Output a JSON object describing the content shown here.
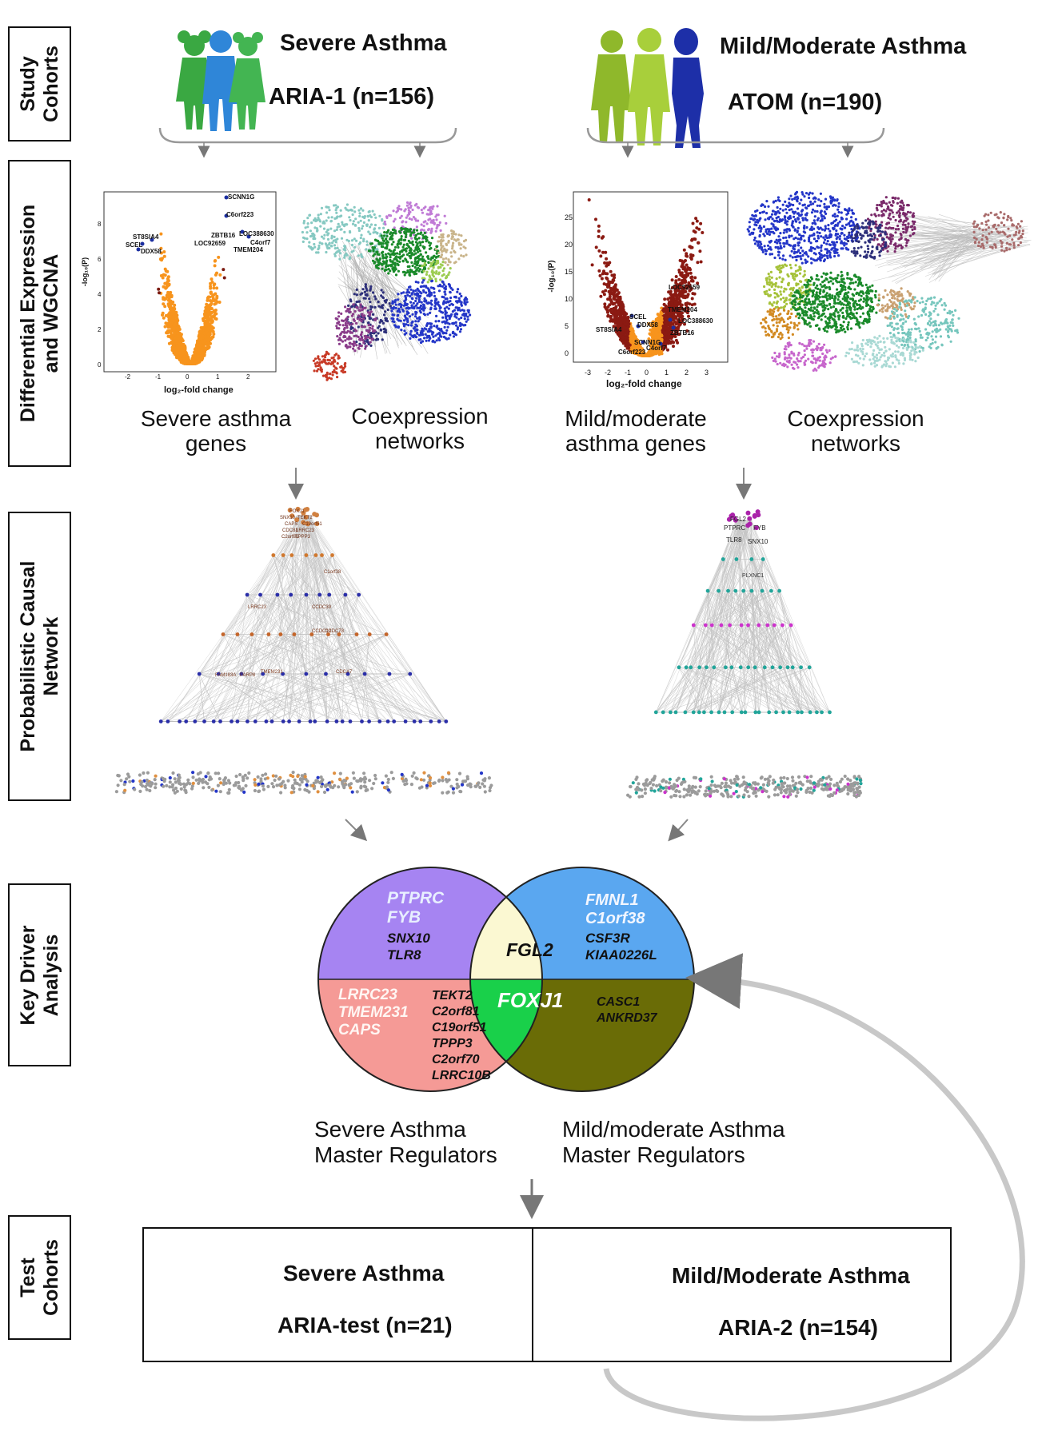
{
  "sections": {
    "study_cohorts": "Study\nCohorts",
    "diff_expression": "Differential Expression\nand WGCNA",
    "causal_network": "Probabilistic Causal\nNetwork",
    "key_driver": "Key Driver\nAnalysis",
    "test_cohorts": "Test\nCohorts"
  },
  "study": {
    "severe_title": "Severe Asthma",
    "severe_cohort": "ARIA-1 (n=156)",
    "mild_title": "Mild/Moderate Asthma",
    "mild_cohort": "ATOM (n=190)"
  },
  "diff_expr": {
    "severe_caption_1": "Severe asthma",
    "severe_caption_2": "genes",
    "coexp_caption_1": "Coexpression",
    "coexp_caption_2": "networks",
    "mild_caption_1": "Mild/moderate",
    "mild_caption_2": "asthma genes",
    "coexp2_caption_1": "Coexpression",
    "coexp2_caption_2": "networks",
    "volcano_xlabel": "log₂-fold change",
    "volcano_ylabel": "-log₁₀(P)",
    "severe_volcano_genes": [
      "SCNN1G",
      "C6orf223",
      "ST8SIA4",
      "SCEL",
      "DDX58",
      "ZBTB16",
      "LOC92659",
      "LOC388630",
      "C4orf7",
      "TMEM204"
    ],
    "severe_volcano_xticks": [
      "-2",
      "-1",
      "0",
      "1",
      "2"
    ],
    "severe_volcano_yticks": [
      "0",
      "2",
      "4",
      "6",
      "8"
    ],
    "mild_volcano_genes": [
      "LOC92659",
      "TMEM204",
      "LOC388630",
      "ZBTB16",
      "SCEL",
      "ST8SIA4",
      "DDX58",
      "SCNN1G",
      "C6orf223",
      "C4orf7"
    ],
    "mild_volcano_xticks": [
      "-3",
      "-2",
      "-1",
      "0",
      "1",
      "2",
      "3"
    ],
    "mild_volcano_yticks": [
      "0",
      "5",
      "10",
      "15",
      "20",
      "25"
    ]
  },
  "causal": {
    "severe_top_nodes": [
      "FOXJ1",
      "SNX10",
      "TEKT2",
      "CAPS",
      "C19orf51",
      "CDC83",
      "LRRC23",
      "C2orf81",
      "TPPP3"
    ],
    "severe_mid_labels": [
      "C1orf38",
      "LRRC23",
      "CCDC39",
      "CCDC19",
      "TMEM231",
      "CDCA7",
      "PARP8",
      "FAM183A",
      "CCDC78"
    ],
    "mild_top_nodes": [
      "FGL2",
      "PTPRC",
      "FYB",
      "TLR8",
      "SNX10"
    ],
    "mild_mid_labels": [
      "PLXNC1"
    ]
  },
  "venn": {
    "severe_only_blue": [
      "PTPRC",
      "FYB"
    ],
    "severe_only_black": [
      "SNX10",
      "TLR8"
    ],
    "shared_top": "FGL2",
    "mild_only_blue": [
      "FMNL1",
      "C1orf38"
    ],
    "mild_only_black": [
      "CSF3R",
      "KIAA0226L"
    ],
    "severe_only_pink": [
      "LRRC23",
      "TMEM231",
      "CAPS"
    ],
    "severe_only_list": [
      "TEKT2",
      "C2orf81",
      "C19orf51",
      "TPPP3",
      "C2orf70",
      "LRRC10B"
    ],
    "shared_bottom": "FOXJ1",
    "mild_only_olive": [
      "CASC1",
      "ANKRD37"
    ],
    "caption_left_1": "Severe Asthma",
    "caption_left_2": "Master Regulators",
    "caption_right_1": "Mild/moderate Asthma",
    "caption_right_2": "Master Regulators",
    "colors": {
      "purple": "#a684f2",
      "blue": "#5aa7f0",
      "cream": "#fbf8d2",
      "pink": "#f59a96",
      "green": "#19d04a",
      "olive": "#6a6c06"
    }
  },
  "test": {
    "severe_title": "Severe Asthma",
    "severe_cohort": "ARIA-test (n=21)",
    "mild_title": "Mild/Moderate Asthma",
    "mild_cohort": "ARIA-2 (n=154)"
  }
}
